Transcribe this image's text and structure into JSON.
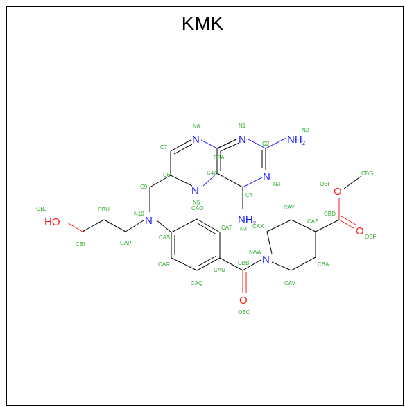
{
  "title": "KMK",
  "atom_symbols": [
    {
      "id": "N8s",
      "text": "N"
    },
    {
      "id": "N1s",
      "text": "N"
    },
    {
      "id": "N3s",
      "text": "N"
    },
    {
      "id": "N5s",
      "text": "N"
    },
    {
      "id": "N10s",
      "text": "N"
    },
    {
      "id": "NAWs",
      "text": "N"
    },
    {
      "id": "N2s",
      "text": "NH",
      "sub": "2"
    },
    {
      "id": "N4s",
      "text": "NH",
      "sub": "2"
    },
    {
      "id": "OBJs",
      "text": "HO"
    },
    {
      "id": "OBFs",
      "text": "O"
    },
    {
      "id": "OBFds",
      "text": "O"
    },
    {
      "id": "OBCs",
      "text": "O"
    }
  ],
  "atom_labels": [
    {
      "id": "N8",
      "text": "N8"
    },
    {
      "id": "N1",
      "text": "N1"
    },
    {
      "id": "N2",
      "text": "N2"
    },
    {
      "id": "C2",
      "text": "C2"
    },
    {
      "id": "C7",
      "text": "C7"
    },
    {
      "id": "C8A",
      "text": "C8A"
    },
    {
      "id": "C4A",
      "text": "C4A"
    },
    {
      "id": "C6",
      "text": "C6"
    },
    {
      "id": "N3",
      "text": "N3"
    },
    {
      "id": "C9",
      "text": "C9"
    },
    {
      "id": "N5",
      "text": "N5"
    },
    {
      "id": "CAO",
      "text": "CAO"
    },
    {
      "id": "C4",
      "text": "C4"
    },
    {
      "id": "N4",
      "text": "N4"
    },
    {
      "id": "CAX",
      "text": "CAX"
    },
    {
      "id": "OBF",
      "text": "OBF"
    },
    {
      "id": "CBG",
      "text": "CBG"
    },
    {
      "id": "OBJ",
      "text": "OBJ"
    },
    {
      "id": "CBH",
      "text": "CBH"
    },
    {
      "id": "N10",
      "text": "N10"
    },
    {
      "id": "CAY",
      "text": "CAY"
    },
    {
      "id": "CBD",
      "text": "CBD"
    },
    {
      "id": "CAZ",
      "text": "CAZ"
    },
    {
      "id": "CAT",
      "text": "CAT"
    },
    {
      "id": "OBE",
      "text": "OBF"
    },
    {
      "id": "CBI",
      "text": "CBI"
    },
    {
      "id": "CAP",
      "text": "CAP"
    },
    {
      "id": "CAS",
      "text": "CAS"
    },
    {
      "id": "NAW",
      "text": "NAW"
    },
    {
      "id": "CAR",
      "text": "CAR"
    },
    {
      "id": "CBB",
      "text": "CBB"
    },
    {
      "id": "CAU",
      "text": "CAU"
    },
    {
      "id": "CBA",
      "text": "CBA"
    },
    {
      "id": "CAQ",
      "text": "CAQ"
    },
    {
      "id": "CAV",
      "text": "CAV"
    },
    {
      "id": "OBC",
      "text": "OBC"
    }
  ]
}
